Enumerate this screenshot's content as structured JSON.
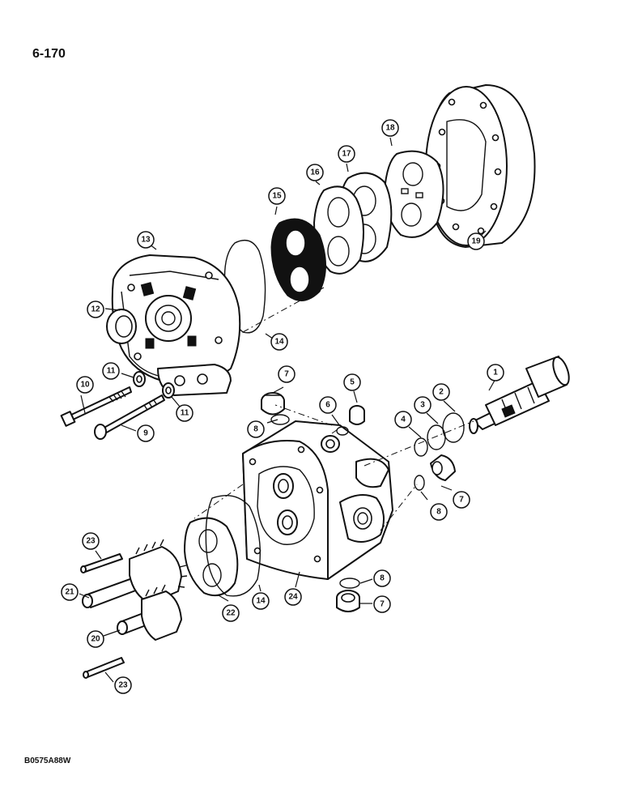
{
  "page_number": "6-170",
  "drawing_code": "B0575A88W",
  "callouts": [
    "1",
    "2",
    "3",
    "4",
    "5",
    "6",
    "7",
    "8",
    "9",
    "10",
    "11",
    "12",
    "13",
    "14",
    "15",
    "16",
    "17",
    "18",
    "19",
    "20",
    "21",
    "22",
    "23",
    "24"
  ]
}
